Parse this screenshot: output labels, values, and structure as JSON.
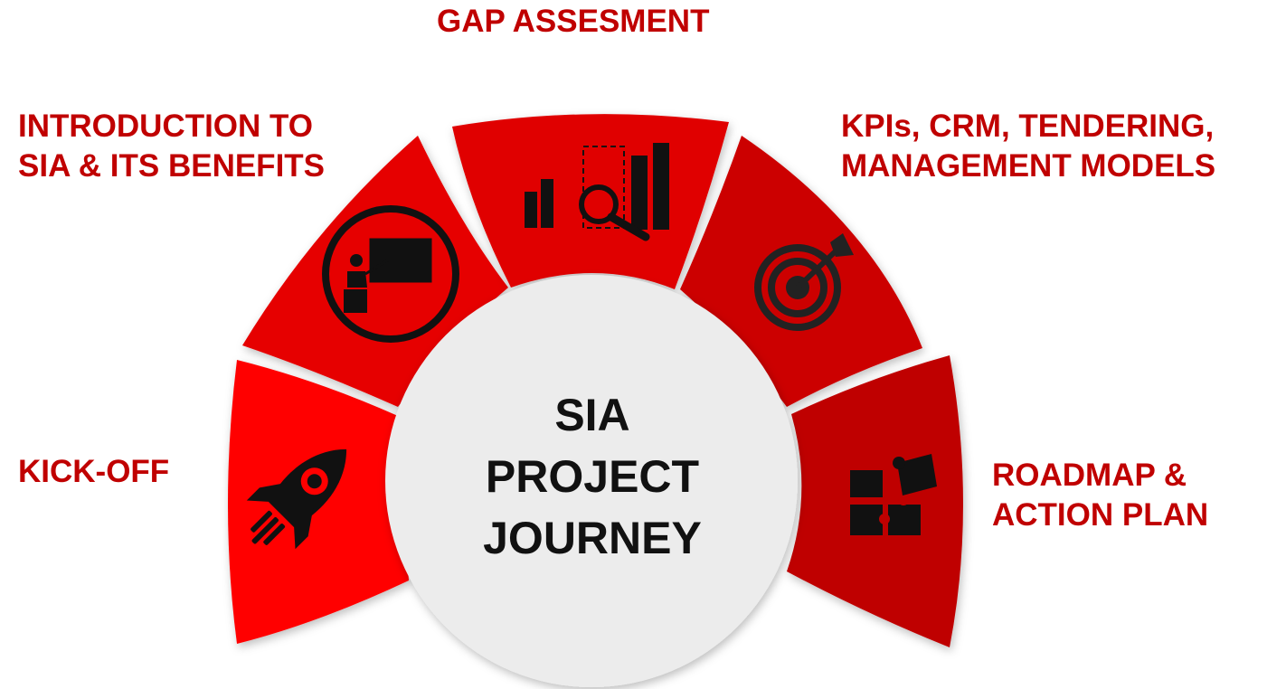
{
  "colors": {
    "segment_1": "#ff0000",
    "segment_2": "#e60000",
    "segment_3": "#e00000",
    "segment_4": "#cc0000",
    "segment_5": "#bf0000",
    "label_text": "#c00000",
    "hub_fill": "#ececec",
    "icon": "#111111"
  },
  "hub": {
    "line_1": "SIA",
    "line_2": "PROJECT",
    "line_3": "JOURNEY"
  },
  "steps": [
    {
      "label": "KICK-OFF",
      "icon": "rocket-icon"
    },
    {
      "label_1": "INTRODUCTION TO",
      "label_2": "SIA & ITS BENEFITS",
      "icon": "teacher-presentation-icon"
    },
    {
      "label": "GAP ASSESMENT",
      "icon": "bar-chart-magnifier-icon"
    },
    {
      "label_1": "KPIs, CRM, TENDERING,",
      "label_2": "MANAGEMENT MODELS",
      "icon": "target-dart-icon"
    },
    {
      "label_1": "ROADMAP &",
      "label_2": "ACTION PLAN",
      "icon": "puzzle-icon"
    }
  ]
}
